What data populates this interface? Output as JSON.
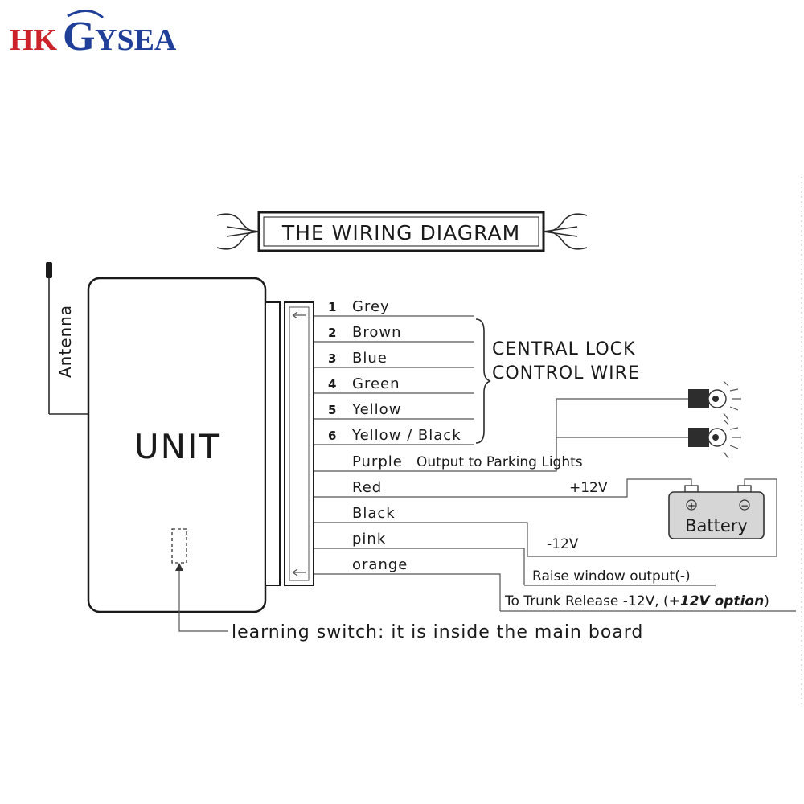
{
  "logo": {
    "part1": "HK",
    "part2": "G",
    "part3": "YSEA"
  },
  "banner": {
    "title": "THE WIRING DIAGRAM"
  },
  "unit": {
    "label": "UNIT",
    "antenna_label": "Antenna"
  },
  "wires": [
    {
      "number": "1",
      "label": "Grey"
    },
    {
      "number": "2",
      "label": "Brown"
    },
    {
      "number": "3",
      "label": "Blue"
    },
    {
      "number": "4",
      "label": "Green"
    },
    {
      "number": "5",
      "label": "Yellow"
    },
    {
      "number": "6",
      "label": "Yellow / Black"
    },
    {
      "number": "",
      "label": "Purple"
    },
    {
      "number": "",
      "label": "Red"
    },
    {
      "number": "",
      "label": "Black"
    },
    {
      "number": "",
      "label": "pink"
    },
    {
      "number": "",
      "label": "orange"
    }
  ],
  "central_lock": {
    "line1": "CENTRAL LOCK",
    "line2": "CONTROL WIRE"
  },
  "notes": {
    "parking": "Output to Parking Lights",
    "plus12": "+12V",
    "minus12": "-12V",
    "raise_window": "Raise window output(-)",
    "trunk": "To Trunk Release -12V, (",
    "trunk_option": "+12V option",
    "trunk_close": ")",
    "learning": "learning switch: it is  inside the main board"
  },
  "battery": {
    "label": "Battery",
    "plus": "+",
    "minus": "−"
  },
  "colors": {
    "logo_red": "#cc2229",
    "logo_blue": "#1f3f98",
    "battery_fill": "#d6d6d6",
    "lamp_fill": "#2d2d2d"
  }
}
